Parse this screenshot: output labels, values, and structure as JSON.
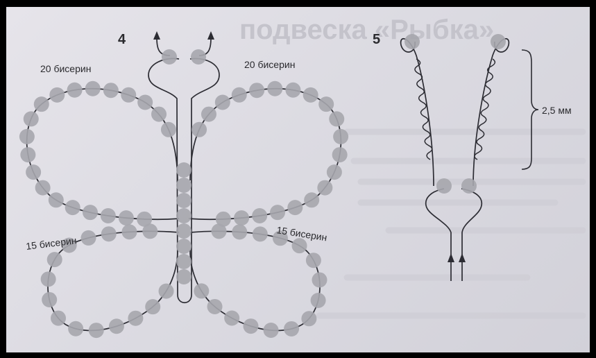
{
  "bleed_through": {
    "heading": "подвеска «Рыбка»"
  },
  "figures": {
    "fig4": {
      "number": "4",
      "labels": [
        "20 бисерин",
        "20 бисерин",
        "15 бисерин",
        "15 бисерин"
      ]
    },
    "fig5": {
      "number": "5",
      "measurement": "2,5 мм"
    }
  },
  "colors": {
    "paper": "#dcdbe2",
    "bead": "#a6a6ad",
    "wire": "#2c2c33",
    "border": "#000000"
  }
}
